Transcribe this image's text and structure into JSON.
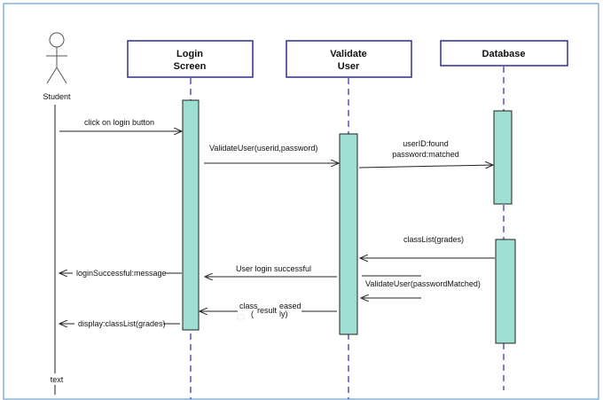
{
  "actor": {
    "label": "Student"
  },
  "lifelines": {
    "login": {
      "line1": "Login",
      "line2": "Screen"
    },
    "validate": {
      "line1": "Validate",
      "line2": "User"
    },
    "database": {
      "label": "Database"
    }
  },
  "messages": {
    "m1": "click on login button",
    "m2": "ValidateUser(userid,password)",
    "m3a": "userID:found",
    "m3b": "password:matched",
    "m4": "classList(grades)",
    "m5": "User login successful",
    "m6": "ValidateUser(passwordMatched)",
    "m7": "loginSuccessful:message",
    "m8a": "class",
    "m8b": "result",
    "m8c": "eased",
    "m8d": "(",
    "m8e": "ly)",
    "m9": "display:classList(grades)"
  },
  "footer": {
    "text": "text"
  },
  "colors": {
    "frame": "#6a9fd4",
    "activation_fill": "#9edfd3",
    "lifeline_dash": "#3b3bb0",
    "header_border": "#2f2f8f",
    "line": "#222222"
  }
}
